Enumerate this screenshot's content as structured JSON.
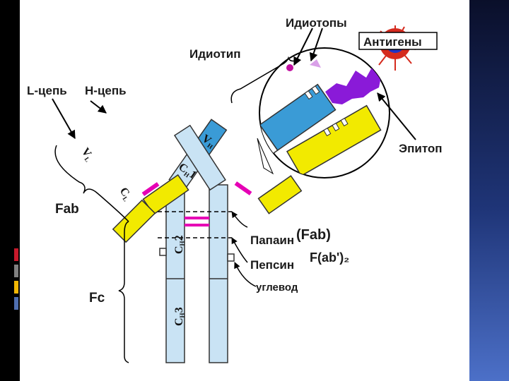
{
  "labels": {
    "idiotopes": "Идиотопы",
    "antigens": "Антигены",
    "idiotype": "Идиотип",
    "l_chain": "L-цепь",
    "h_chain": "H-цепь",
    "epitope": "Эпитоп",
    "fab": "Fab",
    "fc": "Fc",
    "papain": "Папаин",
    "papain_product": "(Fab)",
    "pepsin": "Пепсин",
    "pepsin_product": "F(ab')₂",
    "carbohydrate": "углевод"
  },
  "domains": {
    "vh": {
      "main": "V",
      "sub": "H"
    },
    "ch1": {
      "main": "C",
      "sub": "H",
      "num": "1"
    },
    "vl": {
      "main": "V",
      "sub": "L"
    },
    "cl": {
      "main": "C",
      "sub": "L"
    },
    "ch2": {
      "main": "C",
      "sub": "H",
      "num": "2"
    },
    "ch3": {
      "main": "C",
      "sub": "H",
      "num": "3"
    }
  },
  "colors": {
    "heavy_chain": "#c9e3f4",
    "variable_heavy": "#3a9bd6",
    "light_chain": "#f2ea00",
    "disulfide": "#e600b5",
    "antigen_body": "#d52b1e",
    "antigen_core": "#1d35c8",
    "epitope_blob": "#8a1ad8"
  }
}
